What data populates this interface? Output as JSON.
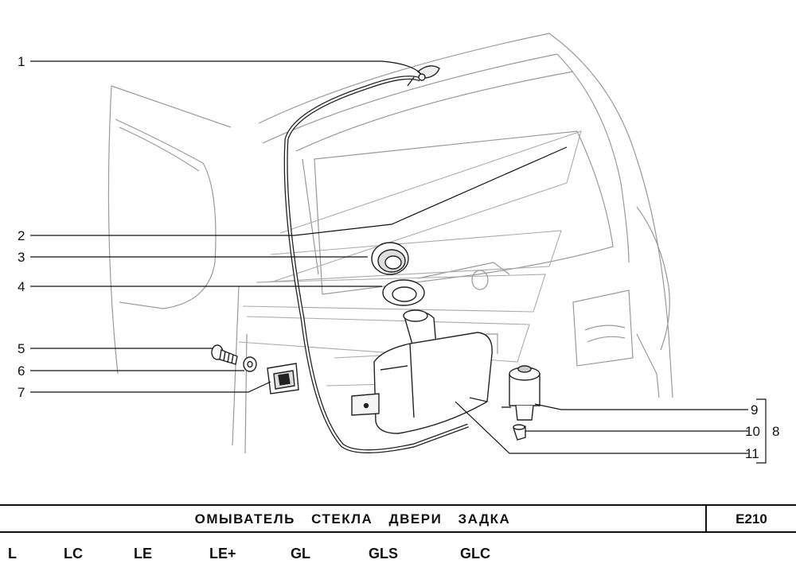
{
  "callouts": [
    {
      "num": "1"
    },
    {
      "num": "2"
    },
    {
      "num": "3"
    },
    {
      "num": "4"
    },
    {
      "num": "5"
    },
    {
      "num": "6"
    },
    {
      "num": "7"
    },
    {
      "num": "8"
    },
    {
      "num": "9"
    },
    {
      "num": "10"
    },
    {
      "num": "11"
    }
  ],
  "title": {
    "text": "ОМЫВАТЕЛЬ  СТЕКЛА  ДВЕРИ  ЗАДКА",
    "code": "E210"
  },
  "variants": [
    "L",
    "LC",
    "LE",
    "LE+",
    "GL",
    "GLS",
    "GLC"
  ]
}
